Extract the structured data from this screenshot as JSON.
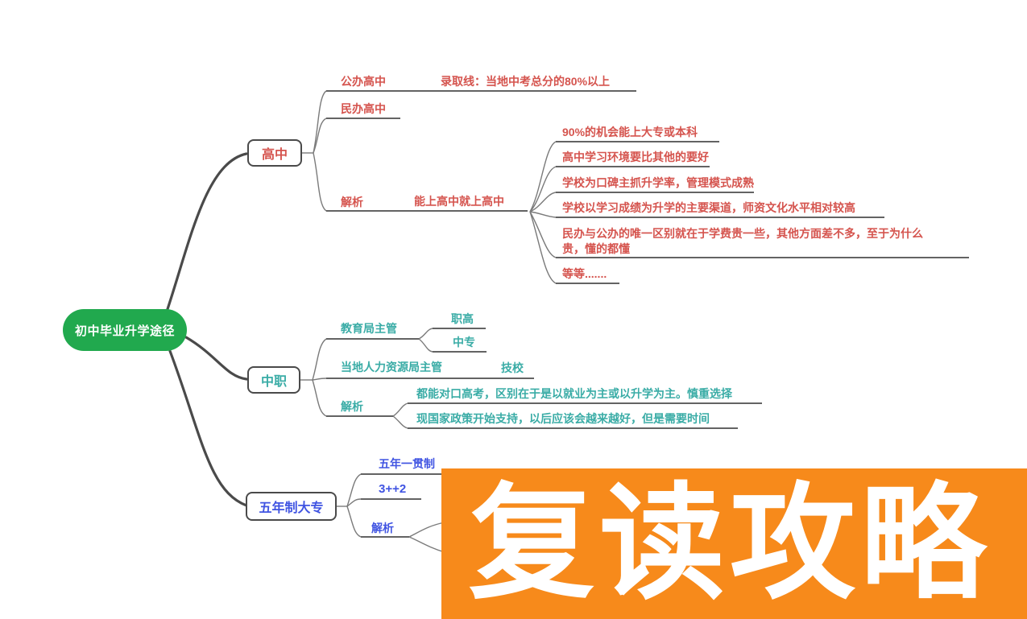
{
  "map": {
    "root": {
      "label": "初中毕业升学途径",
      "bg_color": "#21a94e",
      "text_color": "#ffffff"
    },
    "branches": [
      {
        "label": "高中",
        "color": "#d5544e",
        "children": {
          "public_school": {
            "label": "公办高中"
          },
          "public_note": {
            "label": "录取线：当地中考总分的80%以上"
          },
          "private_school": {
            "label": "民办高中"
          },
          "analysis": {
            "label": "解析"
          },
          "analysis_note": {
            "label": "能上高中就上高中"
          },
          "points": [
            "90%的机会能上大专或本科",
            "高中学习环境要比其他的要好",
            "学校为口碑主抓升学率，管理模式成熟",
            "学校以学习成绩为升学的主要渠道，师资文化水平相对较高",
            "民办与公办的唯一区别就在于学费贵一些，其他方面差不多，至于为什么贵，懂的都懂",
            "等等......."
          ]
        }
      },
      {
        "label": "中职",
        "color": "#3aaca6",
        "children": {
          "edu_bureau": {
            "label": "教育局主管"
          },
          "vocational_high": {
            "label": "职高"
          },
          "secondary_special": {
            "label": "中专"
          },
          "hr_bureau": {
            "label": "当地人力资源局主管"
          },
          "technical_school": {
            "label": "技校"
          },
          "analysis": {
            "label": "解析"
          },
          "points": [
            "都能对口高考，区别在于是以就业为主或以升学为主。慎重选择",
            "现国家政策开始支持，以后应该会越来越好，但是需要时间"
          ]
        }
      },
      {
        "label": "五年制大专",
        "color": "#4054e2",
        "children": {
          "five_year_program": {
            "label": "五年一贯制"
          },
          "three_plus_two": {
            "label": "3++2"
          },
          "analysis": {
            "label": "解析"
          }
        }
      }
    ],
    "banner": {
      "label": "复读攻略",
      "bg_color": "#f78a1b",
      "text_color": "#ffffff"
    }
  }
}
